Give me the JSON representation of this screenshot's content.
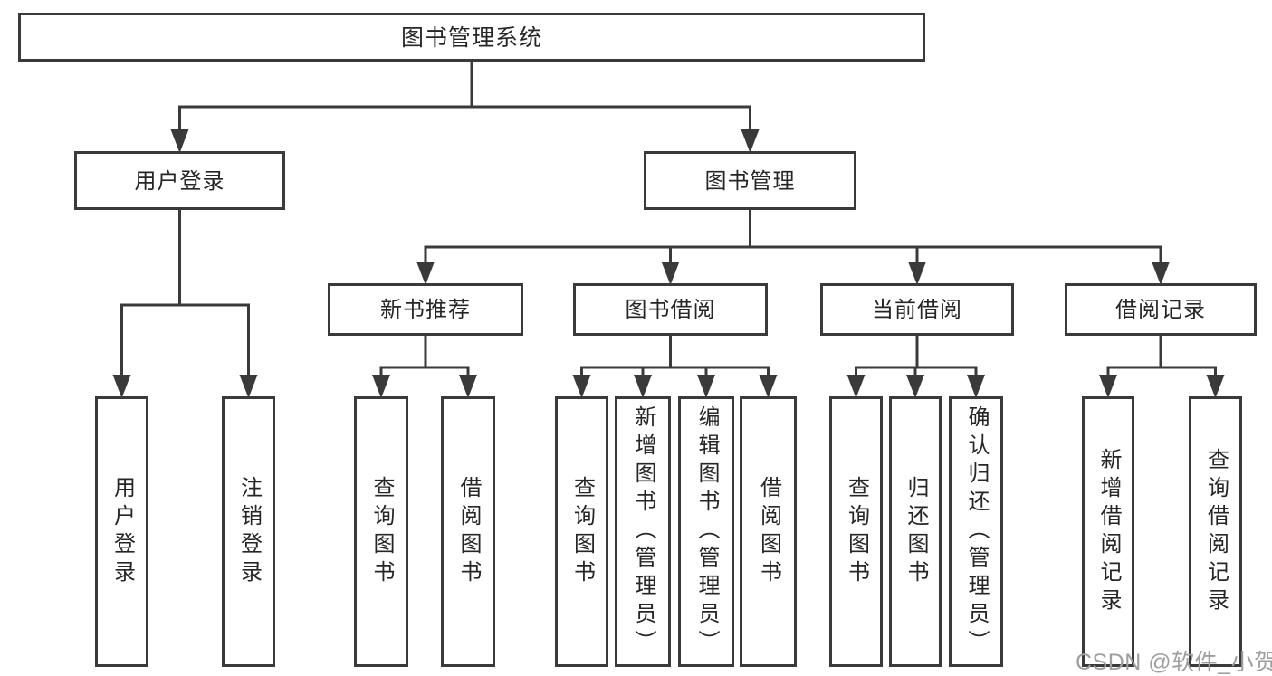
{
  "diagram": {
    "title": "图书管理系统",
    "colors": {
      "line": "#3a3a3a",
      "text": "#262626",
      "box_background": "#ffffff",
      "watermark": "#9f9f9f"
    },
    "nodes": [
      {
        "id": "root",
        "label": "图书管理系统",
        "parent": null
      },
      {
        "id": "user-login",
        "label": "用户登录",
        "parent": "root"
      },
      {
        "id": "book-management",
        "label": "图书管理",
        "parent": "root"
      },
      {
        "id": "new-book-recommend",
        "label": "新书推荐",
        "parent": "book-management"
      },
      {
        "id": "book-borrowing",
        "label": "图书借阅",
        "parent": "book-management"
      },
      {
        "id": "current-borrowing",
        "label": "当前借阅",
        "parent": "book-management"
      },
      {
        "id": "borrowing-records",
        "label": "借阅记录",
        "parent": "book-management"
      },
      {
        "id": "leaf-user-login",
        "label": "用户登录",
        "parent": "user-login"
      },
      {
        "id": "leaf-logout",
        "label": "注销登录",
        "parent": "user-login"
      },
      {
        "id": "leaf-query-books-1",
        "label": "查询图书",
        "parent": "new-book-recommend"
      },
      {
        "id": "leaf-borrow-books-1",
        "label": "借阅图书",
        "parent": "new-book-recommend"
      },
      {
        "id": "leaf-query-books-2",
        "label": "查询图书",
        "parent": "book-borrowing"
      },
      {
        "id": "leaf-add-books",
        "label": "新增图书（管理员）",
        "parent": "book-borrowing"
      },
      {
        "id": "leaf-edit-books",
        "label": "编辑图书（管理员）",
        "parent": "book-borrowing"
      },
      {
        "id": "leaf-borrow-books-2",
        "label": "借阅图书",
        "parent": "book-borrowing"
      },
      {
        "id": "leaf-query-books-3",
        "label": "查询图书",
        "parent": "current-borrowing"
      },
      {
        "id": "leaf-return-books",
        "label": "归还图书",
        "parent": "current-borrowing"
      },
      {
        "id": "leaf-confirm-return",
        "label": "确认归还（管理员）",
        "parent": "current-borrowing"
      },
      {
        "id": "leaf-add-borrow-record",
        "label": "新增借阅记录",
        "parent": "borrowing-records"
      },
      {
        "id": "leaf-query-borrow-record",
        "label": "查询借阅记录",
        "parent": "borrowing-records"
      }
    ]
  },
  "watermark": {
    "text": "CSDN @软件_小贺同学"
  }
}
